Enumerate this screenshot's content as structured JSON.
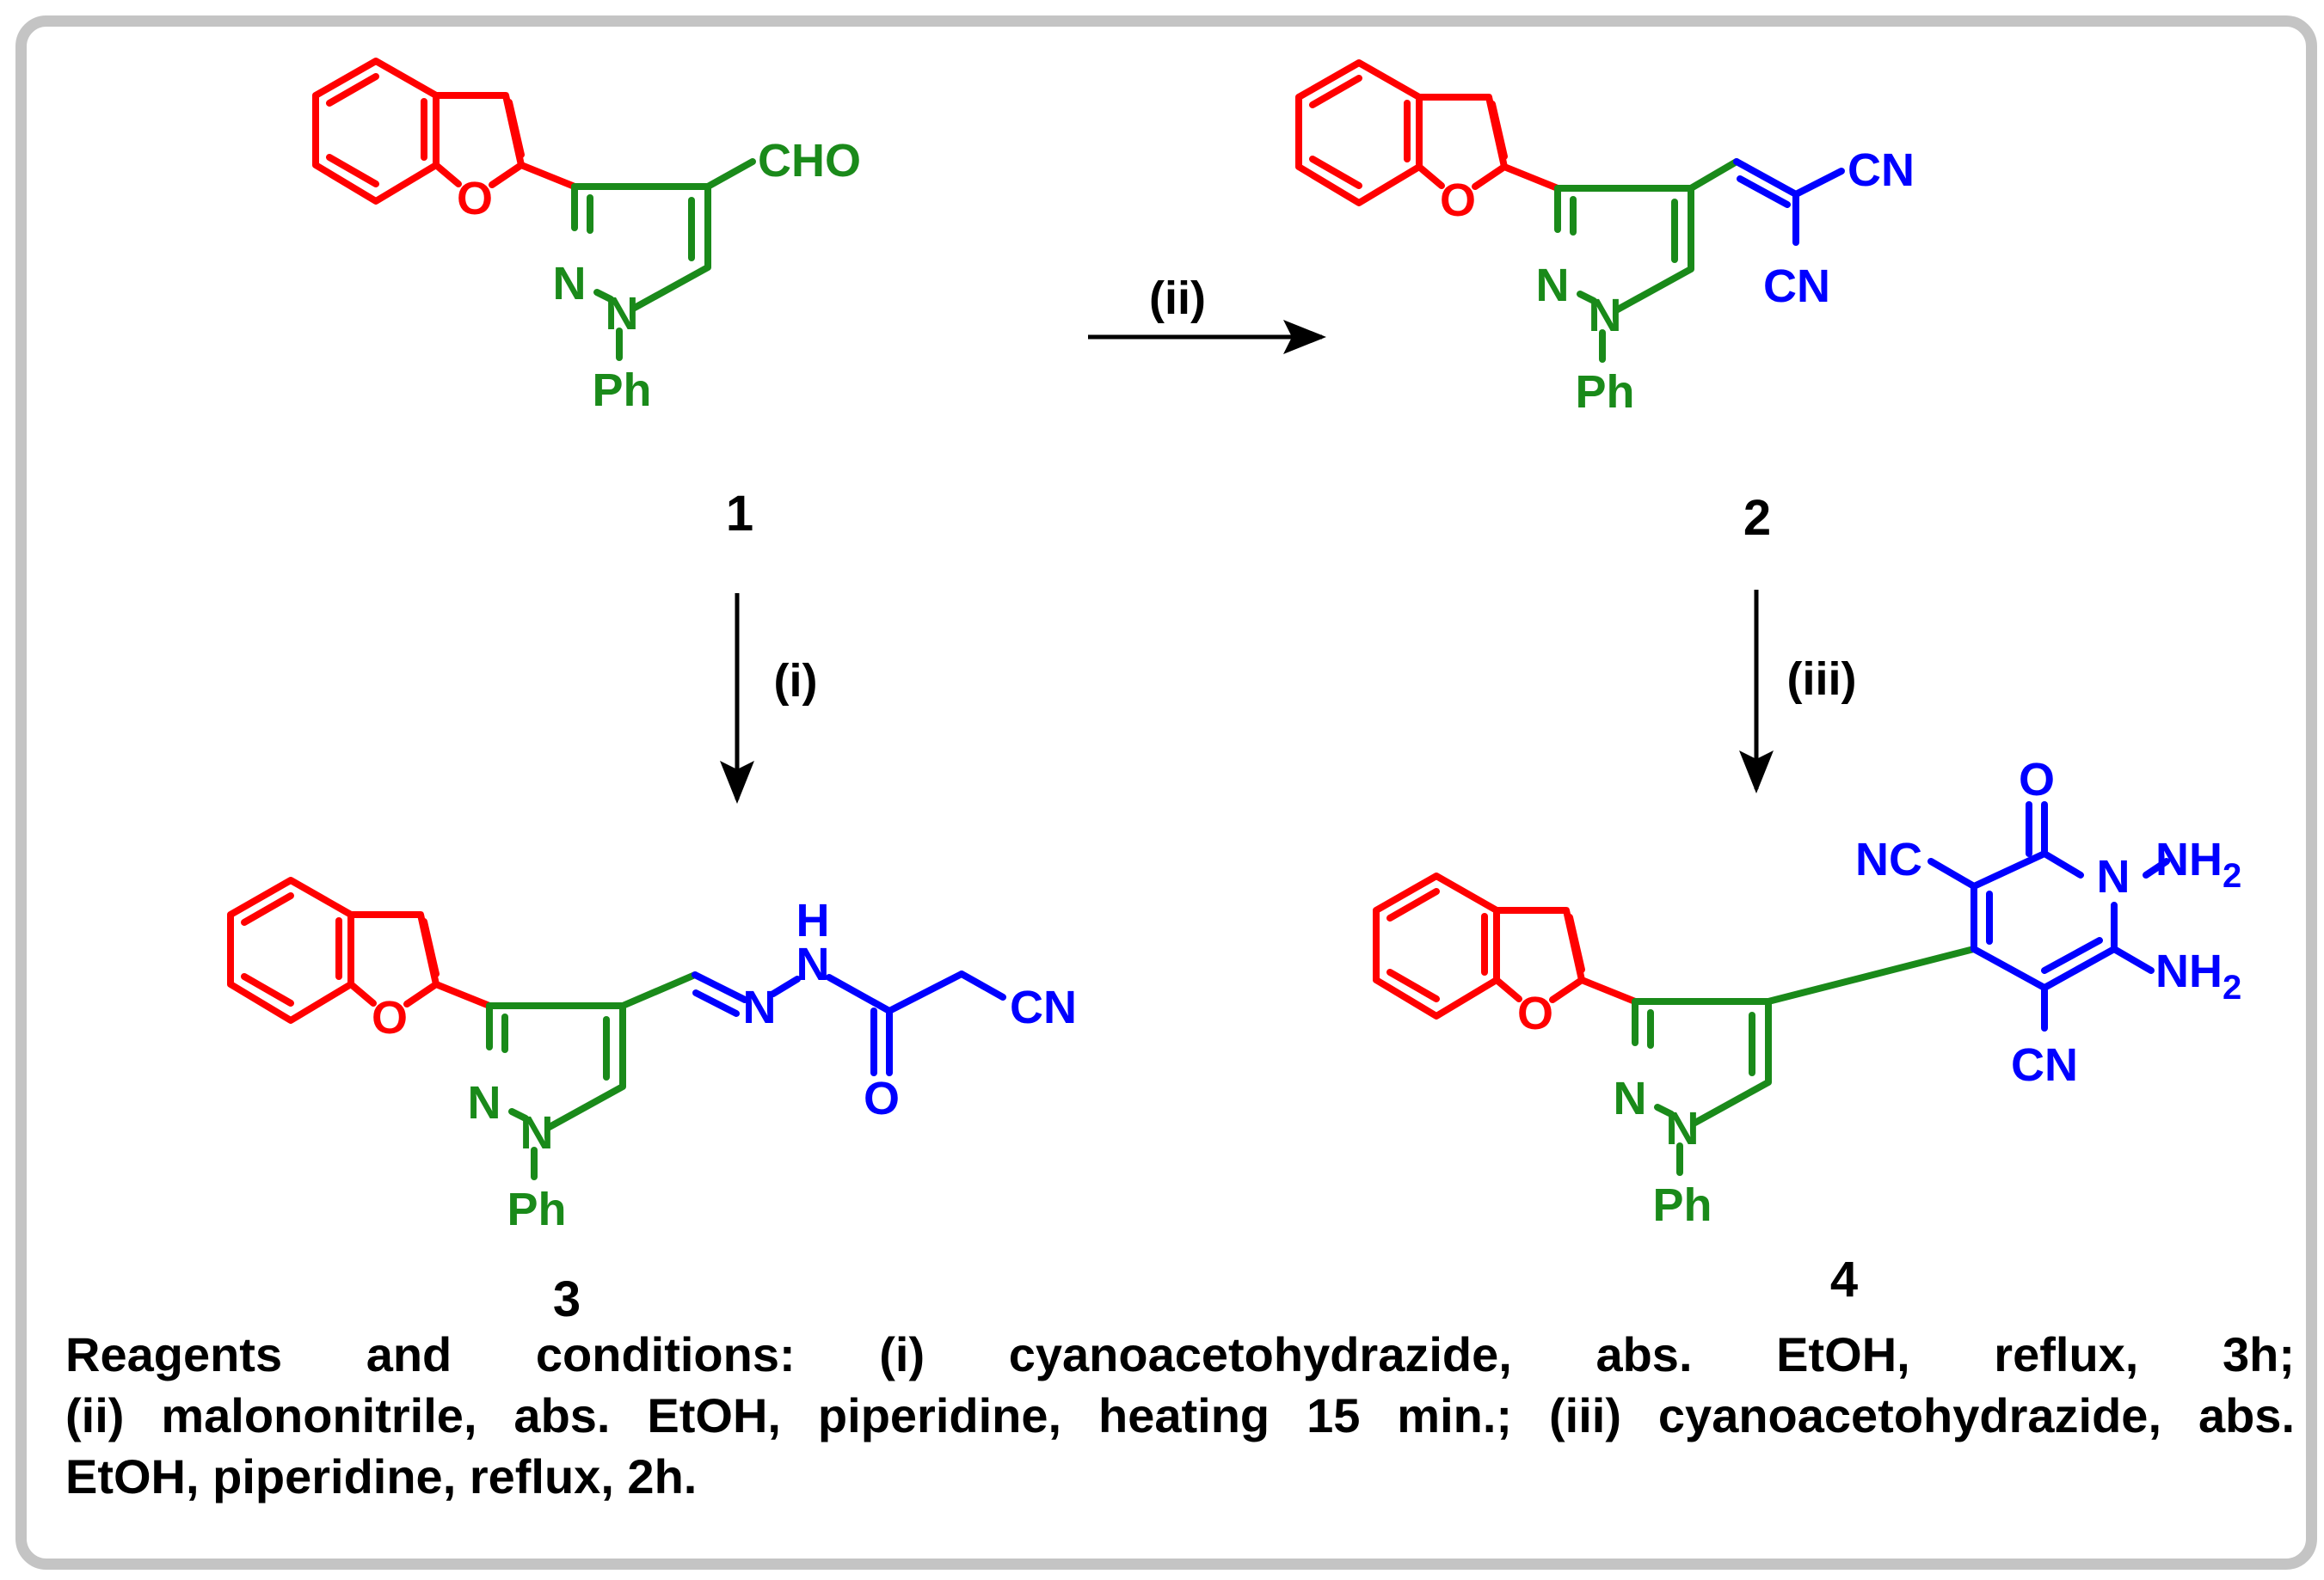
{
  "colors": {
    "benzofuran": "#ff0000",
    "pyrazole": "#1a8a1a",
    "new_fragment": "#0000ff",
    "arrow": "#000000",
    "frame": "#c4c4c4"
  },
  "atoms": {
    "O": "O",
    "N": "N",
    "CHO": "CHO",
    "CN": "CN",
    "NC": "NC",
    "H": "H",
    "NH": "NH",
    "sub2": "2",
    "Ph": "Ph"
  },
  "compounds": [
    {
      "id": "1"
    },
    {
      "id": "2"
    },
    {
      "id": "3"
    },
    {
      "id": "4"
    }
  ],
  "arrows": [
    {
      "label": "(i)",
      "direction": "down",
      "from": "1",
      "to": "3"
    },
    {
      "label": "(ii)",
      "direction": "right",
      "from": "1",
      "to": "2"
    },
    {
      "label": "(iii)",
      "direction": "down",
      "from": "2",
      "to": "4"
    }
  ],
  "caption": {
    "lines": [
      "Reagents and conditions: (i) cyanoacetohydrazide, abs. EtOH, reflux, 3h;",
      "(ii) malononitrile, abs. EtOH, piperidine, heating 15 min.; (iii) cyanoacetohydrazide, abs.",
      "EtOH, piperidine, reflux, 2h."
    ]
  }
}
